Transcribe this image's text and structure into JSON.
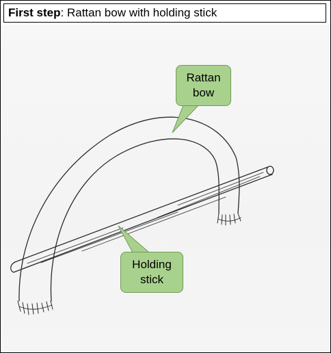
{
  "title": {
    "bold": "First step",
    "rest": ": Rattan bow with holding stick"
  },
  "labels": {
    "bow": "Rattan\nbow",
    "stick": "Holding\nstick"
  },
  "colors": {
    "callout_fill": "#a9d18e",
    "callout_border": "#6f9a54",
    "ink": "#2a2a2a"
  }
}
